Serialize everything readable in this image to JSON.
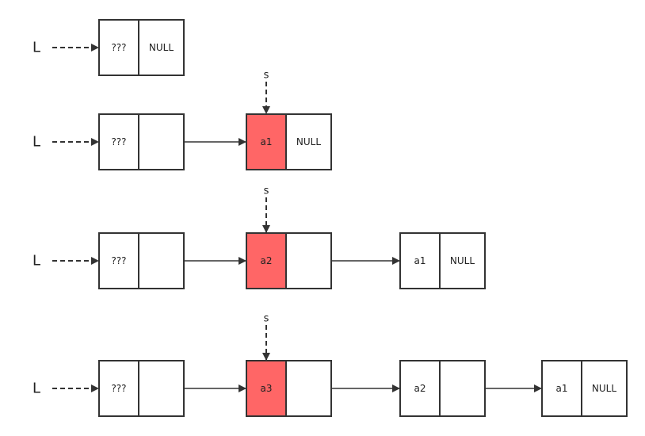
{
  "diagram": {
    "rows": [
      {
        "pointer": "L",
        "nodes": [
          {
            "data": "???",
            "next": "NULL",
            "highlight": false
          }
        ]
      },
      {
        "pointer": "L",
        "s_label": "s",
        "nodes": [
          {
            "data": "???",
            "next": "",
            "highlight": false
          },
          {
            "data": "a1",
            "next": "NULL",
            "highlight": true
          }
        ]
      },
      {
        "pointer": "L",
        "s_label": "s",
        "nodes": [
          {
            "data": "???",
            "next": "",
            "highlight": false
          },
          {
            "data": "a2",
            "next": "",
            "highlight": true
          },
          {
            "data": "a1",
            "next": "NULL",
            "highlight": false
          }
        ]
      },
      {
        "pointer": "L",
        "s_label": "s",
        "nodes": [
          {
            "data": "???",
            "next": "",
            "highlight": false
          },
          {
            "data": "a3",
            "next": "",
            "highlight": true
          },
          {
            "data": "a2",
            "next": "",
            "highlight": false
          },
          {
            "data": "a1",
            "next": "NULL",
            "highlight": false
          }
        ]
      }
    ],
    "colors": {
      "highlight": "#ff6666",
      "stroke": "#333333"
    }
  }
}
